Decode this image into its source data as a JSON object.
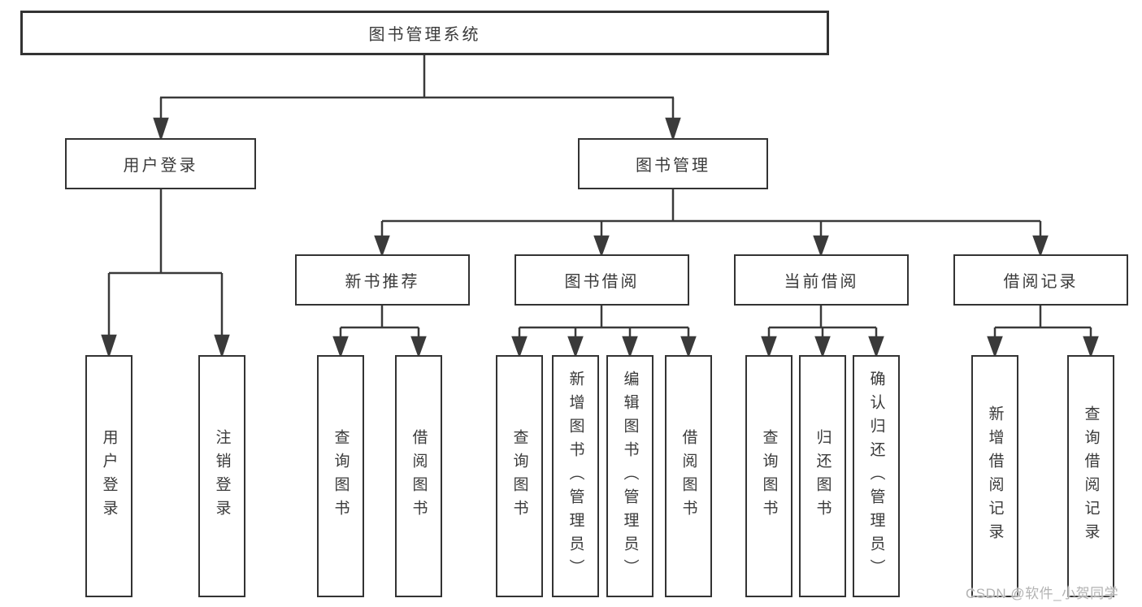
{
  "colors": {
    "line": "#3a3a3a",
    "box_border": "#333333",
    "text": "#3a3a3a",
    "watermark_text": "#b3b3b3",
    "background": "#ffffff"
  },
  "tree": {
    "root": {
      "label": "图书管理系统"
    },
    "branches": [
      {
        "label": "用户登录",
        "children": [
          {
            "label": "用户登录"
          },
          {
            "label": "注销登录"
          }
        ]
      },
      {
        "label": "图书管理",
        "groups": [
          {
            "label": "新书推荐",
            "children": [
              {
                "label": "查询图书"
              },
              {
                "label": "借阅图书"
              }
            ]
          },
          {
            "label": "图书借阅",
            "children": [
              {
                "label": "查询图书"
              },
              {
                "label": "新增图书（管理员）"
              },
              {
                "label": "编辑图书（管理员）"
              },
              {
                "label": "借阅图书"
              }
            ]
          },
          {
            "label": "当前借阅",
            "children": [
              {
                "label": "查询图书"
              },
              {
                "label": "归还图书"
              },
              {
                "label": "确认归还（管理员）"
              }
            ]
          },
          {
            "label": "借阅记录",
            "children": [
              {
                "label": "新增借阅记录"
              },
              {
                "label": "查询借阅记录"
              }
            ]
          }
        ]
      }
    ]
  },
  "watermark": {
    "text": "CSDN @软件_小贺同学"
  }
}
